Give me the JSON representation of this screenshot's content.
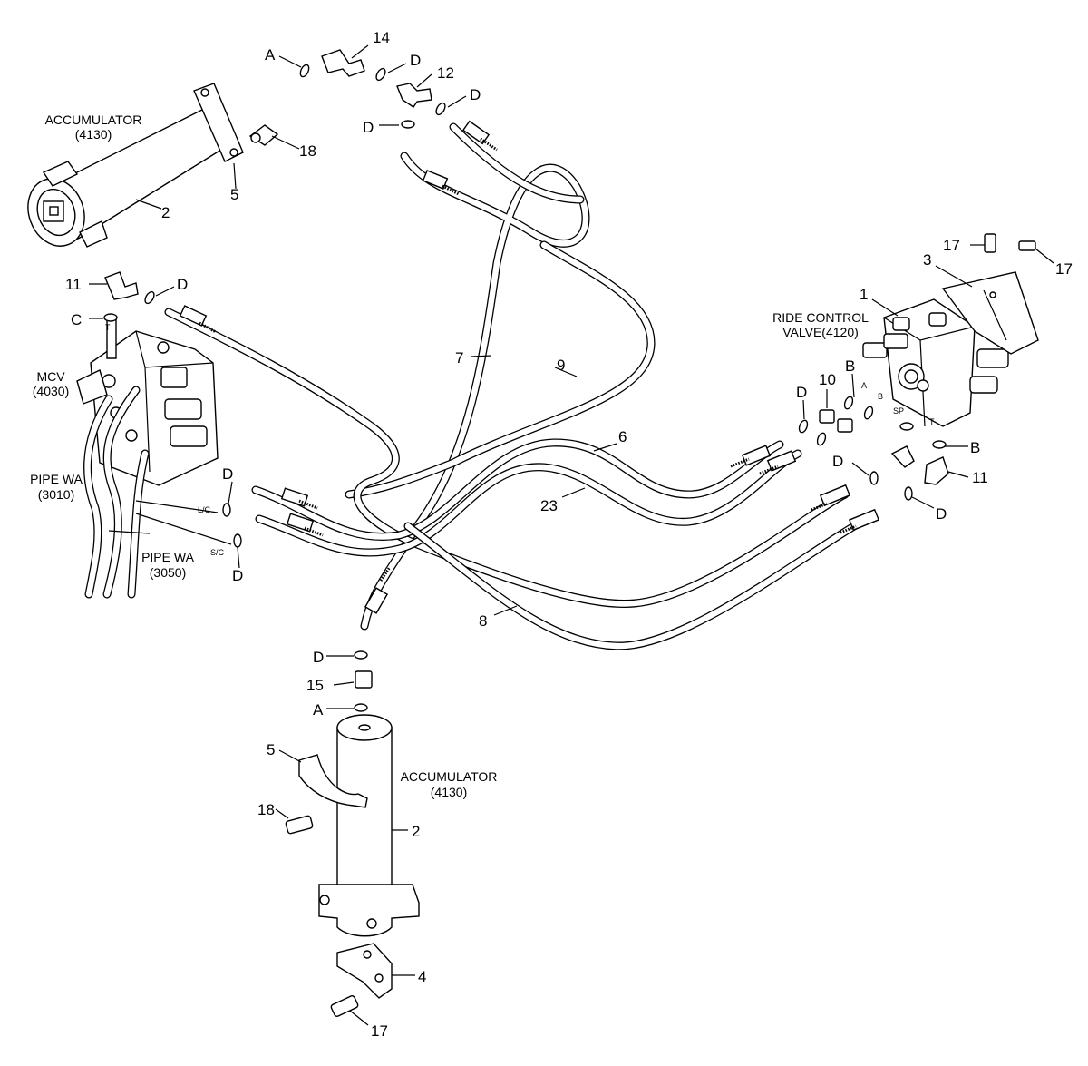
{
  "figure": {
    "components": [
      {
        "id": "acc-top-name",
        "text": "ACCUMULATOR"
      },
      {
        "id": "acc-top-code",
        "text": "(4130)"
      },
      {
        "id": "acc-bottom-name",
        "text": "ACCUMULATOR"
      },
      {
        "id": "acc-bottom-code",
        "text": "(4130)"
      },
      {
        "id": "rcv-name",
        "text": "RIDE CONTROL"
      },
      {
        "id": "rcv-code",
        "text": "VALVE(4120)"
      },
      {
        "id": "mcv-name",
        "text": "MCV"
      },
      {
        "id": "mcv-code",
        "text": "(4030)"
      },
      {
        "id": "pipe1-name",
        "text": "PIPE WA"
      },
      {
        "id": "pipe1-code",
        "text": "(3010)"
      },
      {
        "id": "pipe2-name",
        "text": "PIPE WA"
      },
      {
        "id": "pipe2-code",
        "text": "(3050)"
      }
    ],
    "part_numbers": [
      "1",
      "2",
      "3",
      "4",
      "5",
      "6",
      "7",
      "8",
      "9",
      "10",
      "11",
      "12",
      "14",
      "15",
      "17",
      "18",
      "23"
    ],
    "seal_letters": [
      "A",
      "B",
      "C",
      "D"
    ],
    "port_marks": [
      "T",
      "A",
      "B",
      "SP",
      "T",
      "L/C",
      "S/C"
    ]
  }
}
